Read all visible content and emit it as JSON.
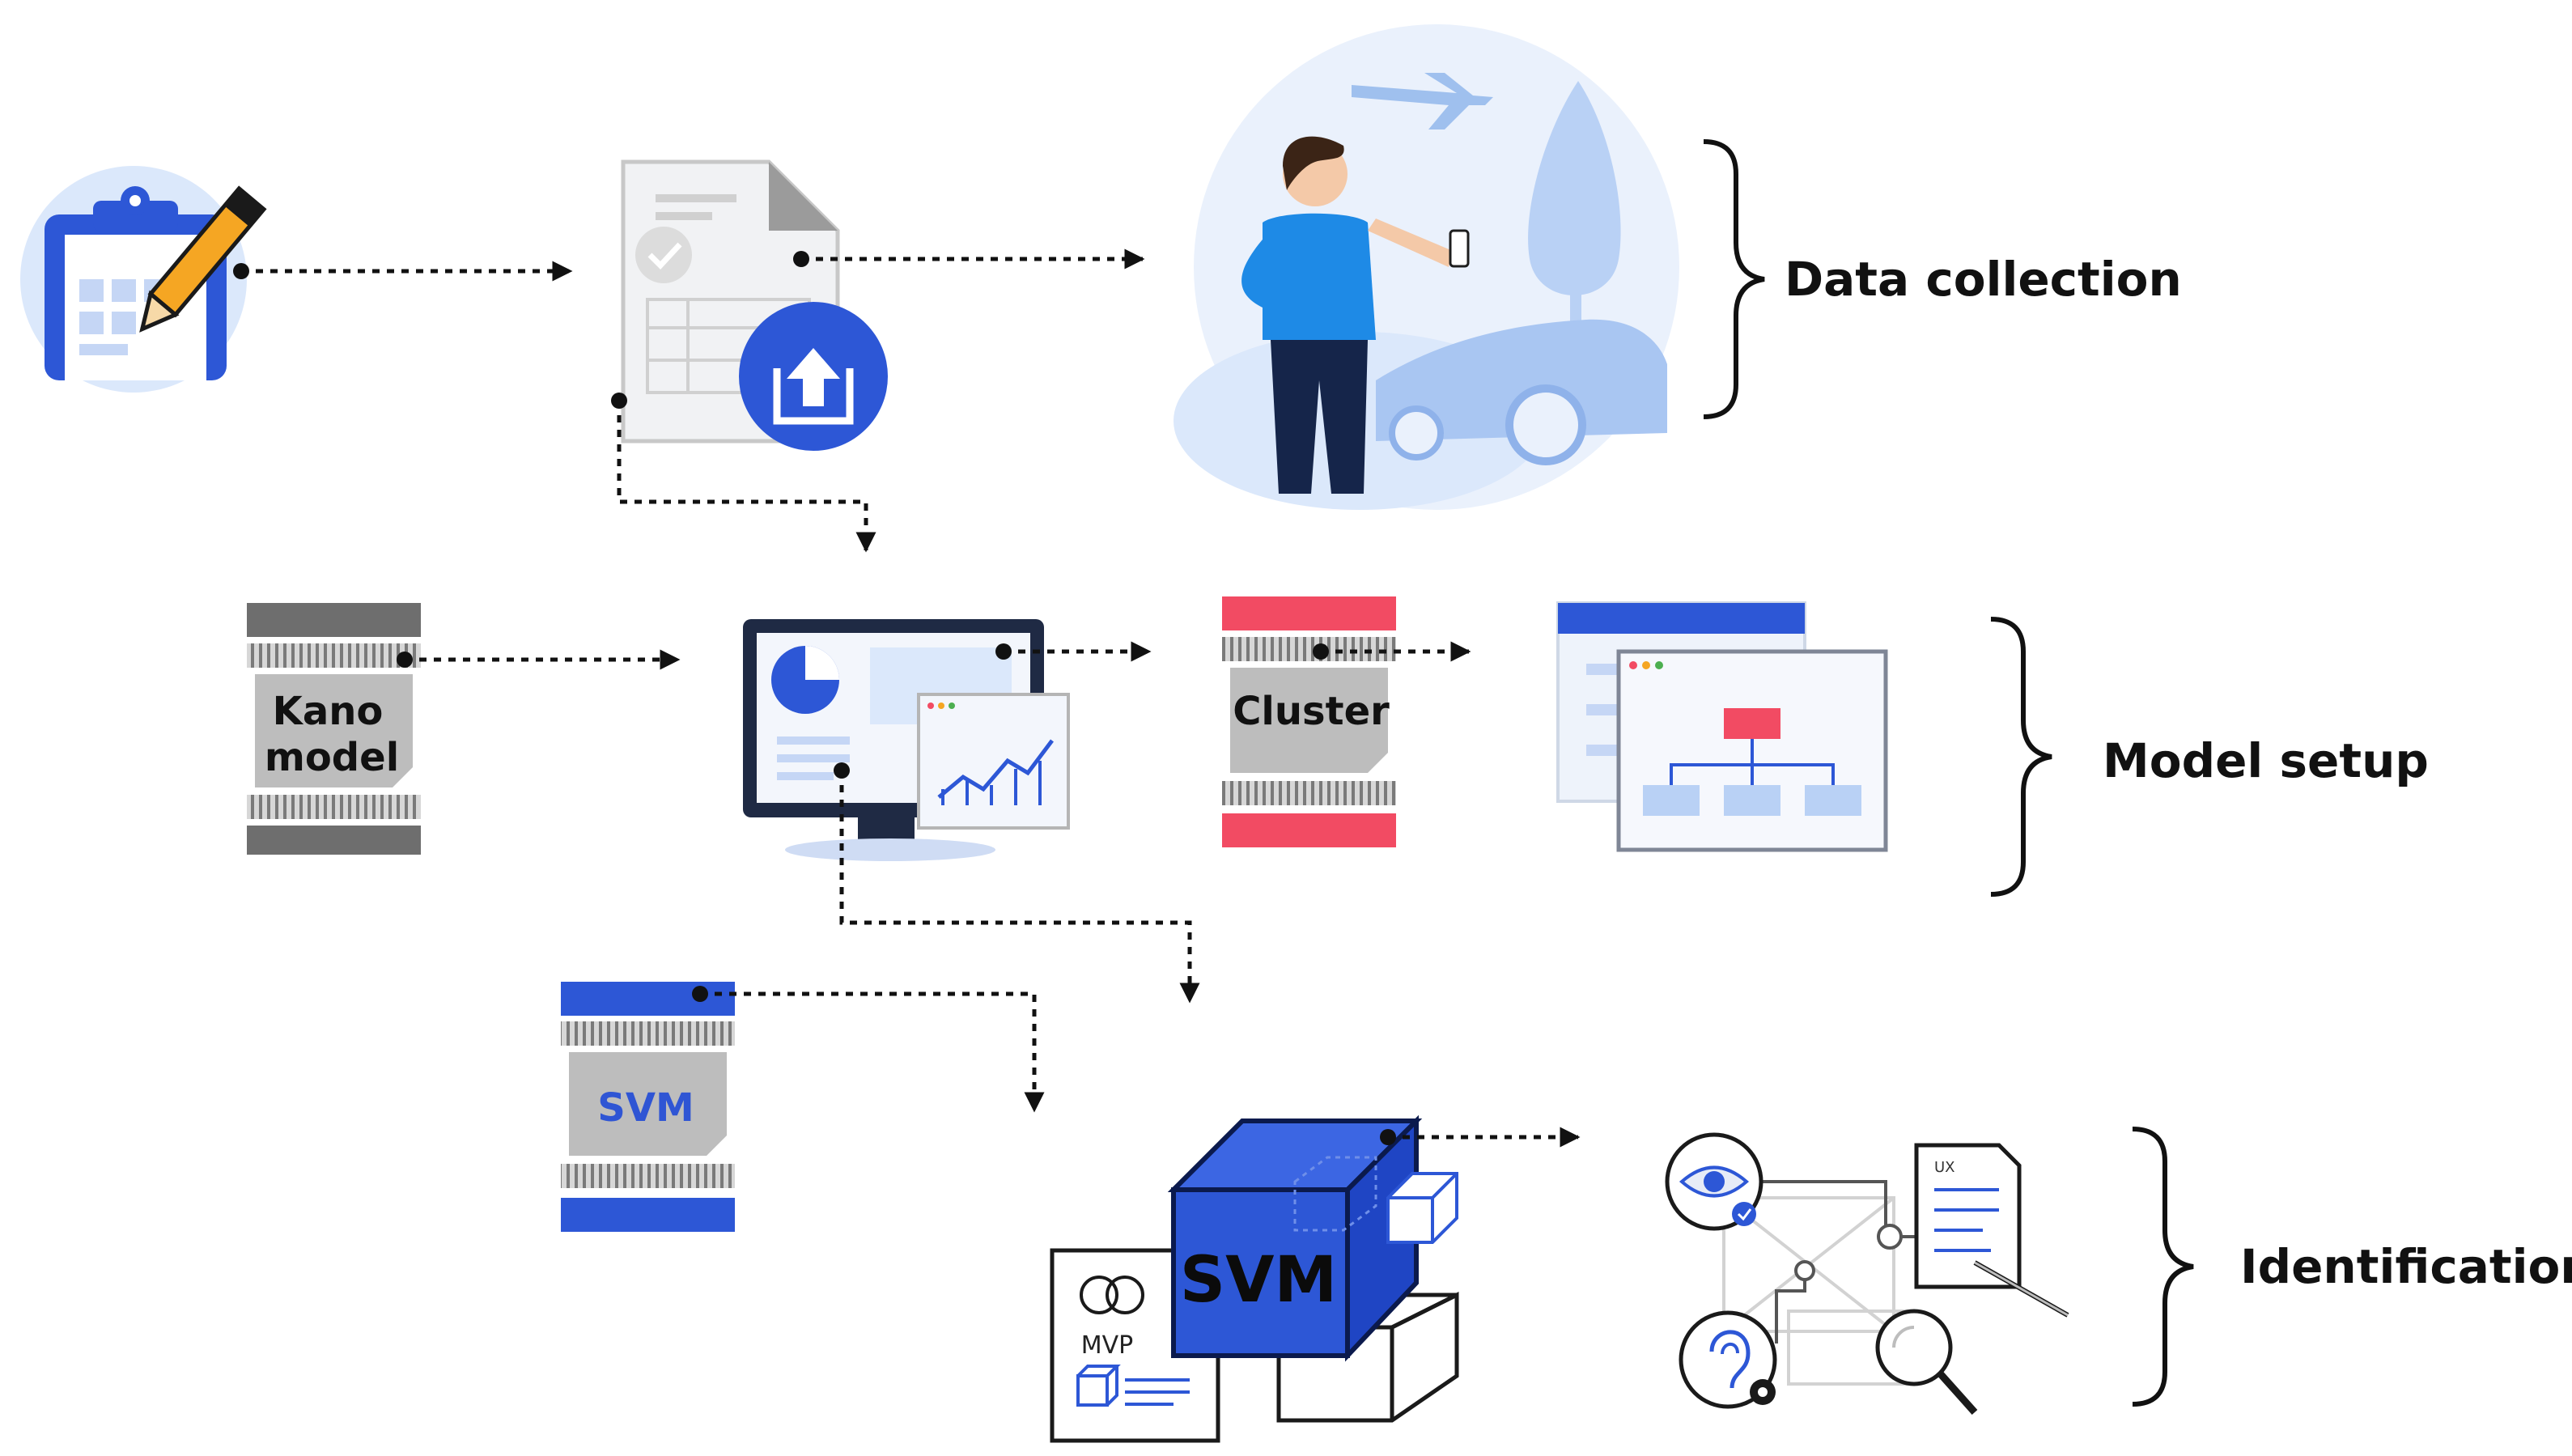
{
  "sections": {
    "data_collection": "Data collection",
    "model_setup": "Model setup",
    "identification": "Identification"
  },
  "modules": {
    "kano": [
      "Kano",
      "model"
    ],
    "cluster": "Cluster",
    "svm": "SVM",
    "svm_cube": "SVM"
  },
  "mvp_card": {
    "label": "MVP"
  },
  "ux_doc": {
    "label": "UX"
  },
  "colors": {
    "primary_blue": "#2d57d6",
    "accent_red": "#f24b63",
    "gray": "#6e6e6e",
    "light_blue": "#dbe8fb"
  },
  "icons": [
    "clipboard-icon",
    "pencil-icon",
    "document-icon",
    "upload-icon",
    "person-icon",
    "airplane-icon",
    "car-icon",
    "tree-icon",
    "monitor-icon",
    "pie-chart-icon",
    "line-chart-icon",
    "window-icon",
    "org-chart-icon",
    "cube-icon",
    "eye-icon",
    "ear-icon",
    "magnifier-icon",
    "checklist-icon"
  ]
}
